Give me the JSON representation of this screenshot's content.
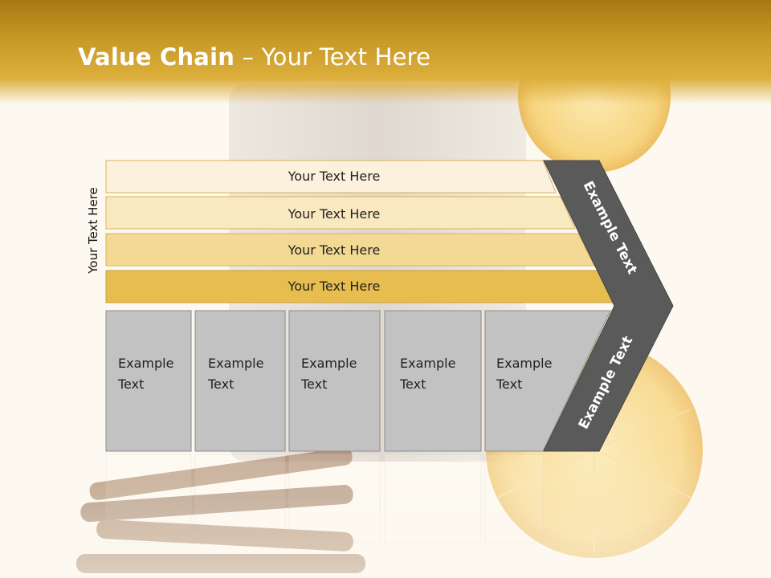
{
  "slide": {
    "title_bold": "Value Chain",
    "title_rest": " – Your Text Here",
    "side_label": "Your Text Here"
  },
  "bars": [
    {
      "label": "Your Text Here",
      "color": "#fbf1dc"
    },
    {
      "label": "Your Text Here",
      "color": "#f9e9c0"
    },
    {
      "label": "Your Text Here",
      "color": "#f4d994"
    },
    {
      "label": "Your Text Here",
      "color": "#e8bd4f"
    }
  ],
  "boxes": [
    {
      "line1": "Example",
      "line2": "Text"
    },
    {
      "line1": "Example",
      "line2": "Text"
    },
    {
      "line1": "Example",
      "line2": "Text"
    },
    {
      "line1": "Example",
      "line2": "Text"
    },
    {
      "line1": "Example",
      "line2": "Text"
    }
  ],
  "chevron": {
    "upper_label": "Example Text",
    "lower_label": "Example Text",
    "color": "#5a5a5a"
  },
  "colors": {
    "box_fill": "#c2c2c2",
    "header_gold": "#c89a28"
  }
}
